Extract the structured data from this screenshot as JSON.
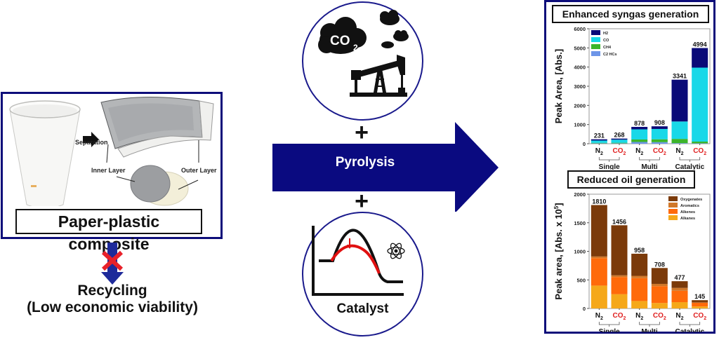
{
  "left_panel": {
    "separation_label": "Separation",
    "inner_layer_label": "Inner Layer",
    "outer_layer_label": "Outer Layer",
    "composite_label": "Paper-plastic composite",
    "recycling_title": "Recycling",
    "recycling_subtitle": "(Low economic viability)"
  },
  "middle": {
    "top_circle_text": "CO",
    "top_circle_sub": "2",
    "plus_symbol": "+",
    "process_label": "Pyrolysis",
    "catalyst_label": "Catalyst"
  },
  "colors": {
    "frame_navy": "#0d0d7a",
    "arrow_navy": "#0a0a80",
    "cross_red": "#e8212a",
    "co2_red": "#e02020",
    "h2": "#0a0a78",
    "co": "#19d8e8",
    "ch4": "#3cb52a",
    "c2": "#6d95e8",
    "oxygenates": "#7b3a0a",
    "aromatics": "#d0782a",
    "alkenes": "#ff6a0a",
    "alkanes": "#f5a81a"
  },
  "chart_data": [
    {
      "type": "bar",
      "stacked": true,
      "title": "Enhanced syngas generation",
      "xlabel": "",
      "ylabel": "Peak Area, [Abs.]",
      "ylim": [
        0,
        6000
      ],
      "yticks": [
        0,
        1000,
        2000,
        3000,
        4000,
        5000,
        6000
      ],
      "categories": [
        "N2",
        "CO2",
        "N2",
        "CO2",
        "N2",
        "CO2"
      ],
      "category_display": [
        {
          "base": "N",
          "sub": "2",
          "red": false
        },
        {
          "base": "CO",
          "sub": "2",
          "red": true
        },
        {
          "base": "N",
          "sub": "2",
          "red": false
        },
        {
          "base": "CO",
          "sub": "2",
          "red": true
        },
        {
          "base": "N",
          "sub": "2",
          "red": false
        },
        {
          "base": "CO",
          "sub": "2",
          "red": true
        }
      ],
      "groups": [
        "Single",
        "Multi",
        "Catalytic"
      ],
      "legend_position": "top-left",
      "legend": [
        "H2",
        "CO",
        "CH4",
        "C2 HCs"
      ],
      "totals": [
        231,
        268,
        878,
        908,
        3341,
        4994
      ],
      "series": [
        {
          "name": "C2 HCs",
          "color_key": "c2",
          "values": [
            20,
            20,
            90,
            80,
            30,
            20
          ]
        },
        {
          "name": "CH4",
          "color_key": "ch4",
          "values": [
            25,
            30,
            130,
            150,
            220,
            90
          ]
        },
        {
          "name": "CO",
          "color_key": "co",
          "values": [
            120,
            160,
            530,
            540,
            910,
            3860
          ]
        },
        {
          "name": "H2",
          "color_key": "h2",
          "values": [
            66,
            58,
            128,
            138,
            2181,
            1024
          ]
        }
      ]
    },
    {
      "type": "bar",
      "stacked": true,
      "title": "Reduced oil generation",
      "xlabel": "",
      "ylabel": "Peak area, [Abs. x 10^5]",
      "ylim": [
        0,
        2000
      ],
      "yticks": [
        0,
        500,
        1000,
        1500,
        2000
      ],
      "categories": [
        "N2",
        "CO2",
        "N2",
        "CO2",
        "N2",
        "CO2"
      ],
      "category_display": [
        {
          "base": "N",
          "sub": "2",
          "red": false
        },
        {
          "base": "CO",
          "sub": "2",
          "red": true
        },
        {
          "base": "N",
          "sub": "2",
          "red": false
        },
        {
          "base": "CO",
          "sub": "2",
          "red": true
        },
        {
          "base": "N",
          "sub": "2",
          "red": false
        },
        {
          "base": "CO",
          "sub": "2",
          "red": true
        }
      ],
      "groups": [
        "Single",
        "Multi",
        "Catalytic"
      ],
      "legend_position": "top-right",
      "legend": [
        "Oxygenates",
        "Aromatics",
        "Alkenes",
        "Alkanes"
      ],
      "totals": [
        1810,
        1456,
        958,
        708,
        477,
        145
      ],
      "series": [
        {
          "name": "Alkanes",
          "color_key": "alkanes",
          "values": [
            400,
            250,
            130,
            95,
            110,
            35
          ]
        },
        {
          "name": "Alkenes",
          "color_key": "alkenes",
          "values": [
            480,
            300,
            400,
            295,
            200,
            65
          ]
        },
        {
          "name": "Aromatics",
          "color_key": "aromatics",
          "values": [
            30,
            30,
            40,
            40,
            50,
            5
          ]
        },
        {
          "name": "Oxygenates",
          "color_key": "oxygenates",
          "values": [
            900,
            876,
            388,
            278,
            117,
            40
          ]
        }
      ]
    }
  ]
}
